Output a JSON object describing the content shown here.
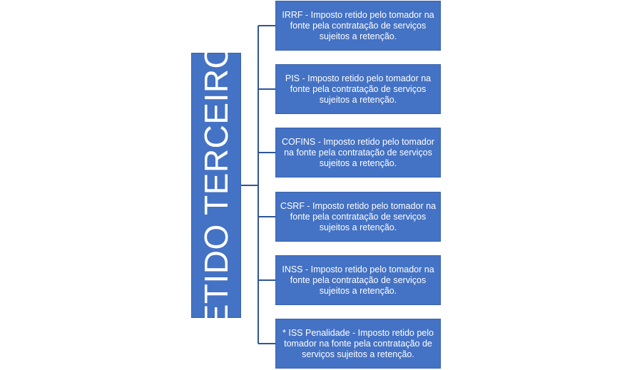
{
  "root": {
    "label": "RETIDO TERCEIROS"
  },
  "children": [
    {
      "text": "IRRF - Imposto retido pelo tomador na fonte pela contratação de serviços sujeitos a retenção."
    },
    {
      "text": "PIS  - Imposto retido pelo tomador na fonte pela contratação de serviços sujeitos a retenção."
    },
    {
      "text": "COFINS - Imposto retido pelo tomador na fonte pela contratação de serviços sujeitos a retenção."
    },
    {
      "text": "CSRF - Imposto retido pelo tomador na fonte pela contratação de serviços sujeitos a retenção."
    },
    {
      "text": "INSS - Imposto retido pelo tomador na fonte pela contratação de serviços sujeitos a retenção."
    },
    {
      "text": "* ISS Penalidade - Imposto retido pelo tomador na fonte pela contratação de serviços sujeitos a retenção."
    }
  ],
  "colors": {
    "box_fill": "#4472C4",
    "connector": "#2F5597",
    "text": "#ffffff"
  }
}
